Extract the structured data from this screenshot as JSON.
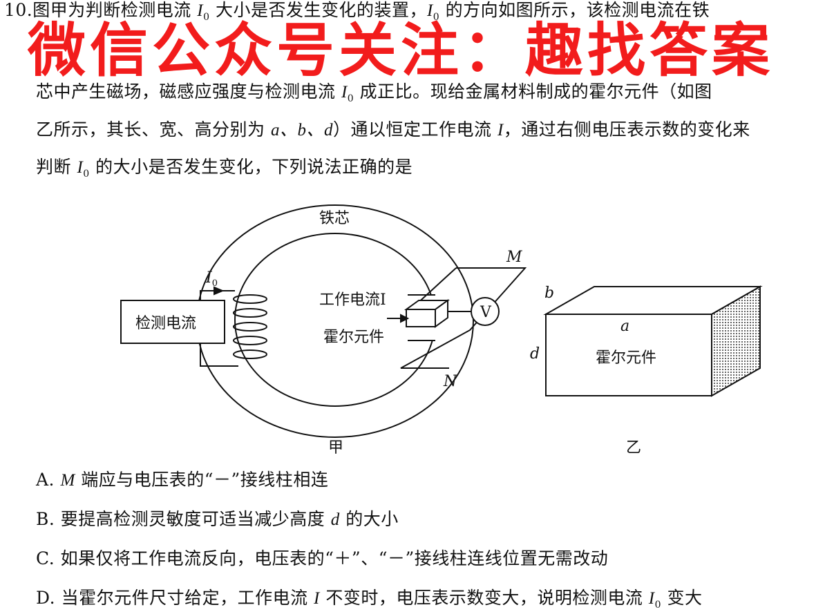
{
  "question": {
    "number": "10.",
    "line1_a": "图甲为判断检测电流",
    "line1_b": "大小是否发生变化的装置，",
    "line1_c": "的方向如图所示，该检测电流在铁",
    "line2_a": "芯中产生磁场，磁感应强度与检测电流",
    "line2_b": "成正比。现给金属材料制成的霍尔元件（如图",
    "line3_a": "乙所示，其长、宽、高分别为",
    "line3_vars": "a、b、d",
    "line3_b": "）通以恒定工作电流",
    "line3_c": "，通过右侧电压表示数的变化来",
    "line4_a": "判断",
    "line4_b": "的大小是否发生变化，下列说法正确的是",
    "var_I": "I",
    "var_sub0": "0"
  },
  "watermark": "微信公众号关注：趣找答案",
  "figure_jia": {
    "core_label": "铁芯",
    "current_label": "I",
    "current_sub": "0",
    "box_label": "检测电流",
    "work_current": "工作电流I",
    "hall_label": "霍尔元件",
    "voltmeter": "V",
    "M": "M",
    "N": "N",
    "caption": "甲"
  },
  "figure_yi": {
    "b": "b",
    "a": "a",
    "d": "d",
    "label": "霍尔元件",
    "caption": "乙"
  },
  "options": [
    {
      "letter": "A.",
      "pre": "",
      "var": "M",
      "text": "端应与电压表的“－”接线柱相连"
    },
    {
      "letter": "B.",
      "pre": "要提高检测灵敏度可适当减少高度",
      "var": "d",
      "text": "的大小"
    },
    {
      "letter": "C.",
      "pre": "",
      "var": "",
      "text": "如果仅将工作电流反向，电压表的“＋”、“－”接线柱连线位置无需改动"
    },
    {
      "letter": "D.",
      "pre": "当霍尔元件尺寸给定，工作电流",
      "var": "I",
      "text": "不变时，电压表示数变大，说明检测电流"
    }
  ],
  "optionD_tail": "变大"
}
